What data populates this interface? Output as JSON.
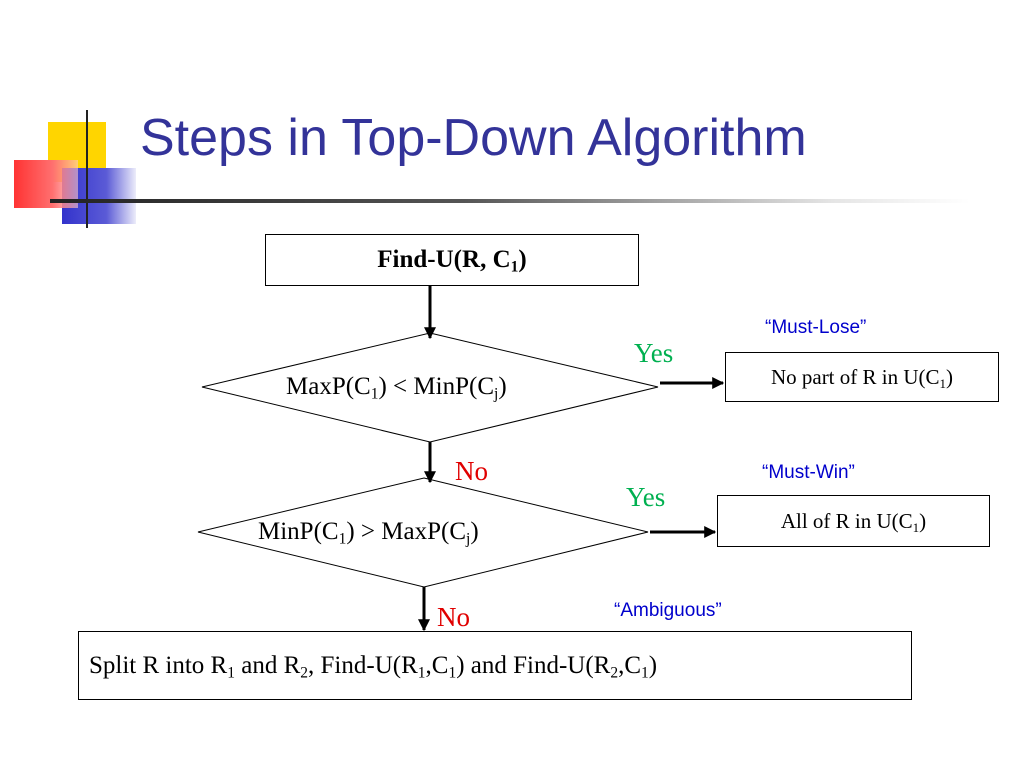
{
  "slide": {
    "title": "Steps in Top-Down Algorithm"
  },
  "colors": {
    "title": "#333399",
    "yes": "#00b050",
    "no": "#e00000",
    "annotation": "#0000cc",
    "deco_yellow": "#ffd500",
    "deco_blue": "#3333cc",
    "deco_red": "#ff3333"
  },
  "flowchart": {
    "start_box": {
      "text": "Find-U(R, C",
      "sub": "1",
      "close": ")"
    },
    "decision1": {
      "a": "MaxP(C",
      "a_sub": "1",
      "op": ") < MinP(C",
      "b_sub": "j",
      "close": ")"
    },
    "decision1_yes": "Yes",
    "decision1_no": "No",
    "result1": {
      "text": "No part of R in U(C",
      "sub": "1",
      "close": ")",
      "annotation": "“Must-Lose”"
    },
    "decision2": {
      "a": "MinP(C",
      "a_sub": "1",
      "op": ") > MaxP(C",
      "b_sub": "j",
      "close": ")"
    },
    "decision2_yes": "Yes",
    "decision2_no": "No",
    "result2": {
      "text": "All of R in U(C",
      "sub": "1",
      "close": ")",
      "annotation": "“Must-Win”"
    },
    "ambiguous_annotation": "“Ambiguous”",
    "final_box": {
      "p1": "Split R into R",
      "s1": "1",
      "p2": " and R",
      "s2": "2",
      "p3": ",  Find-U(R",
      "s3": "1",
      "p4": ",C",
      "s4": "1",
      "p5": ") and Find-U(R",
      "s5": "2",
      "p6": ",C",
      "s6": "1",
      "p7": ")"
    }
  }
}
